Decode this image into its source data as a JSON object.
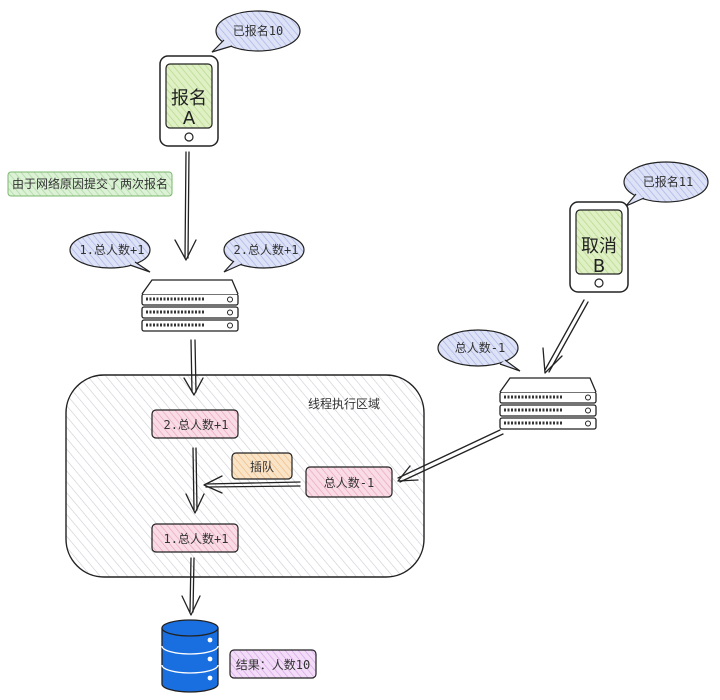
{
  "phone_a": {
    "action": "报名",
    "letter": "A",
    "bubble": "已报名10"
  },
  "phone_b": {
    "action": "取消",
    "letter": "B",
    "bubble": "已报名11"
  },
  "note_network": "由于网络原因提交了两次报名",
  "server_a": {
    "bubble_1": "1.总人数+1",
    "bubble_2": "2.总人数+1"
  },
  "server_b": {
    "bubble": "总人数-1"
  },
  "thread_area": {
    "title": "线程执行区域",
    "task_2": "2.总人数+1",
    "task_1": "1.总人数+1",
    "task_minus": "总人数-1",
    "queue_jump": "插队"
  },
  "result": "结果：人数10",
  "colors": {
    "phone_screen": "#cde6a8",
    "bubble": "#c8cff0",
    "note": "#c9eac2",
    "task": "#f4c6d4",
    "queue_jump": "#f6d2a8",
    "result": "#e9c9f3",
    "database": "#1a6fe0",
    "thread_area": "#eceef2"
  }
}
